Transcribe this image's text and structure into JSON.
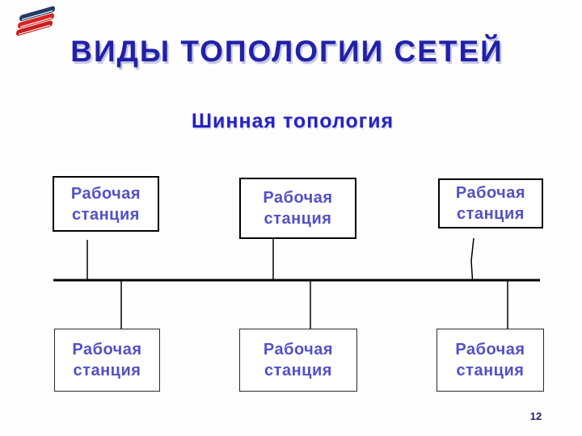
{
  "slide": {
    "title": "ВИДЫ ТОПОЛОГИИ СЕТЕЙ",
    "subtitle": "Шинная топология",
    "page_number": "12"
  },
  "logo": {
    "description": "stacked-books-logo",
    "colors": {
      "navy": "#253a64",
      "red": "#d82222"
    }
  },
  "diagram": {
    "type": "bus-topology",
    "bus": {
      "orientation": "horizontal",
      "color": "#000000"
    },
    "stations": [
      {
        "line1": "Рабочая",
        "line2": "станция"
      },
      {
        "line1": "Рабочая",
        "line2": "станция"
      },
      {
        "line1": "Рабочая",
        "line2": "станция"
      },
      {
        "line1": "Рабочая",
        "line2": "станция"
      },
      {
        "line1": "Рабочая",
        "line2": "станция"
      },
      {
        "line1": "Рабочая",
        "line2": "станция"
      }
    ]
  },
  "colors": {
    "background": "#fefeff",
    "title_text": "#2121a8",
    "title_shadow": "#c3c3e4",
    "subtitle_text": "#2323c4",
    "station_text": "#5350c7",
    "station_border_top_row": "#000000",
    "station_border_bottom_row": "#2a2a2a",
    "bus_line": "#000000",
    "page_number_text": "#22225e"
  }
}
